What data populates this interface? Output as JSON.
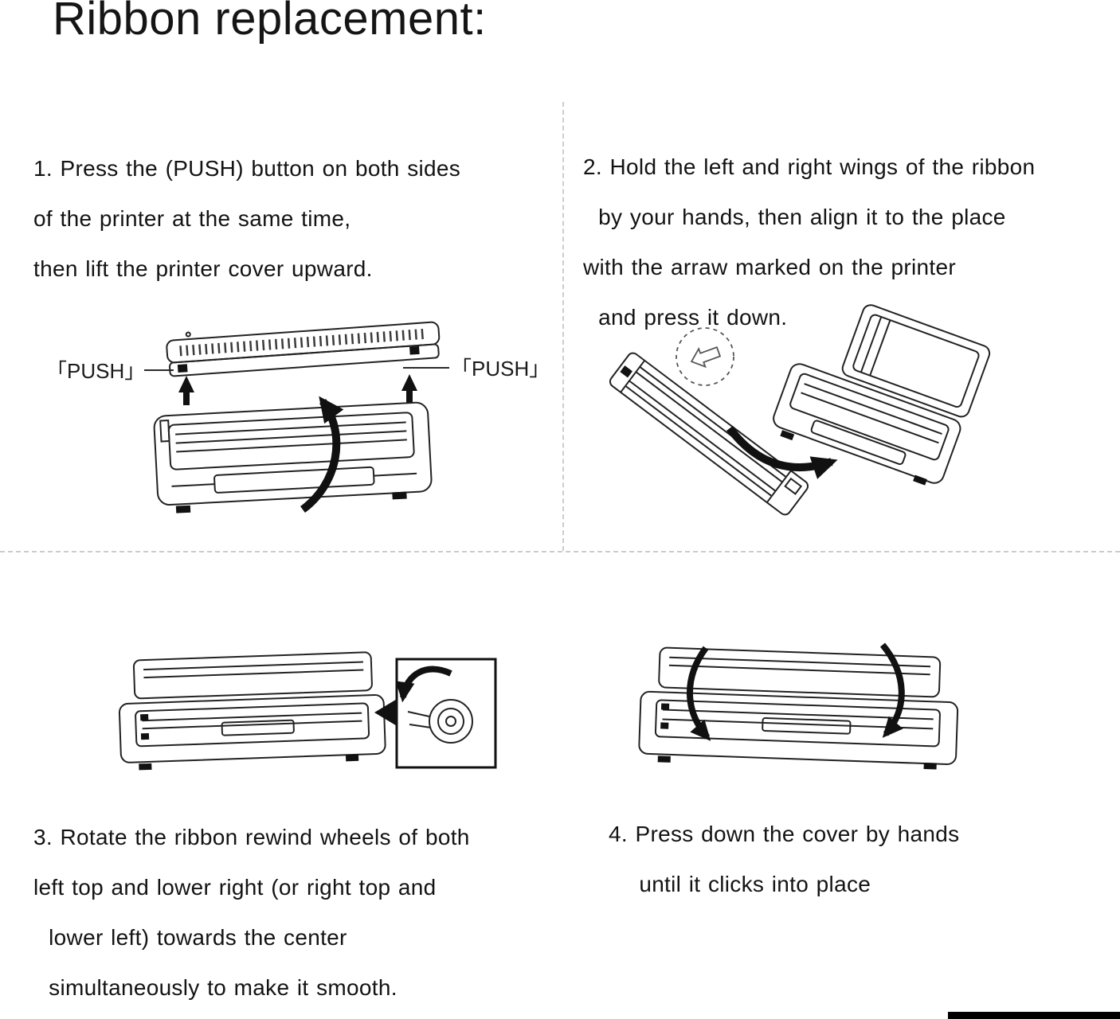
{
  "title": "Ribbon replacement:",
  "steps": {
    "one": {
      "lines": [
        "1. Press the (PUSH) button on both sides",
        "of the printer at the same time,",
        "then lift the printer cover upward."
      ]
    },
    "two": {
      "lines": [
        "2. Hold the left and right wings of the ribbon",
        "  by your hands, then align it to the place",
        "with the arraw marked on the printer",
        "  and press it down."
      ]
    },
    "three": {
      "lines": [
        "3. Rotate the ribbon rewind wheels of both",
        "left top and lower right (or right top and",
        "  lower left) towards the center",
        "  simultaneously to make it smooth."
      ]
    },
    "four": {
      "lines": [
        "4. Press down the cover by hands",
        "    until it clicks into place"
      ]
    }
  },
  "illustrations": {
    "push_label_left": "「PUSH」",
    "push_label_right": "「PUSH」"
  },
  "colors": {
    "ink": "#151515",
    "line_art": "#222222",
    "separator": "#cccccc"
  }
}
